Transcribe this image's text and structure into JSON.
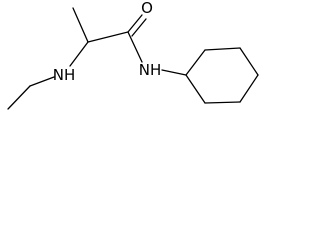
{
  "molecule": {
    "atoms": {
      "carbonyl_oxygen": "O",
      "amide_nitrogen": "NH",
      "amine_nitrogen": "NH"
    }
  }
}
